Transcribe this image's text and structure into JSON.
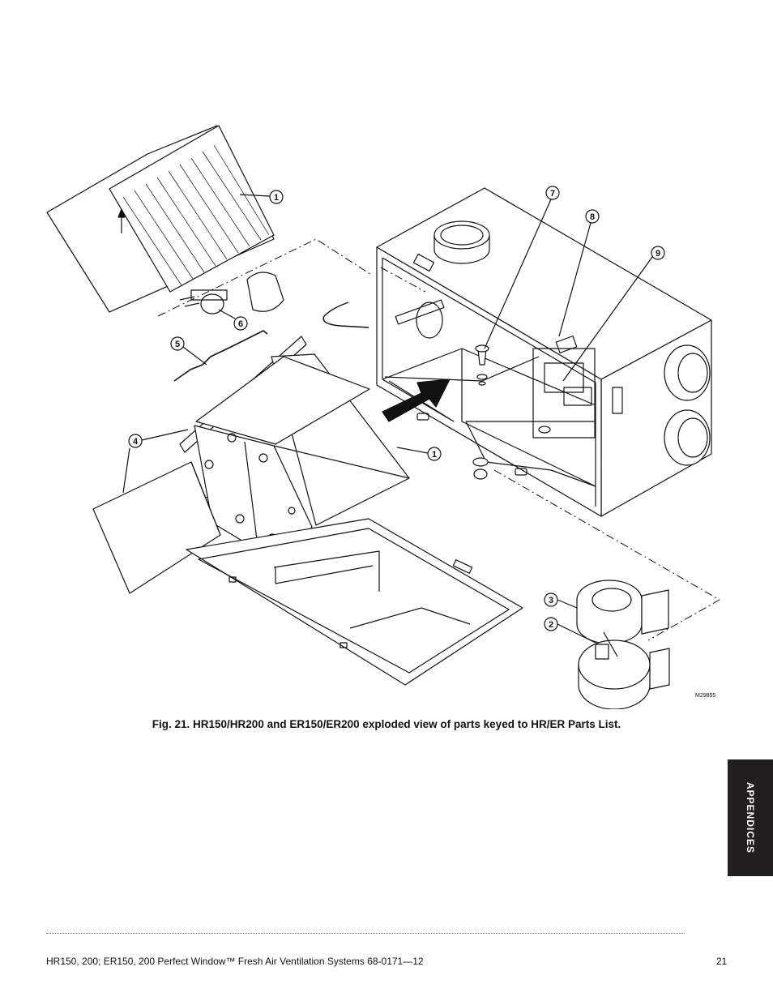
{
  "figure": {
    "callouts": [
      "1",
      "1",
      "2",
      "3",
      "4",
      "5",
      "6",
      "7",
      "8",
      "9"
    ],
    "drawing_code": "M29855"
  },
  "caption": "Fig. 21. HR150/HR200 and ER150/ER200 exploded view of parts keyed to HR/ER Parts List.",
  "side_tab": "APPENDICES",
  "footer": {
    "text": "HR150, 200; ER150, 200 Perfect Window™ Fresh Air Ventilation Systems   68-0171—12",
    "page_number": "21"
  }
}
